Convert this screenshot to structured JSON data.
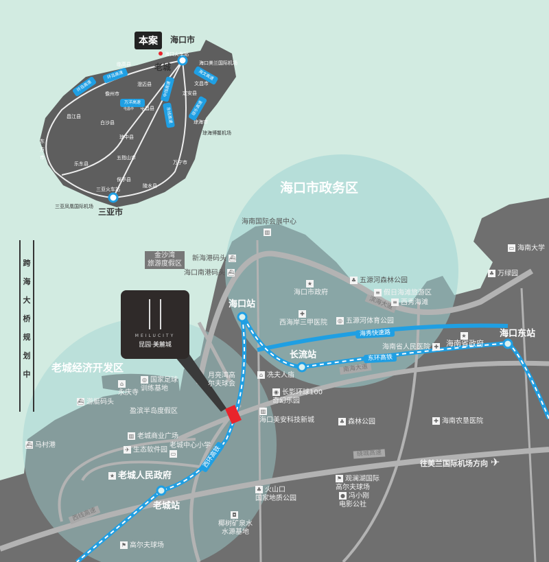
{
  "colors": {
    "sea": "#d2ebe1",
    "land": "#6f6f6f",
    "zone_overlay": "#9fd3d3",
    "rail": "#1f9fe3",
    "road": "#b3b3b3",
    "project": "#e8242c"
  },
  "inset": {
    "project_badge": "本案",
    "cities": [
      "海口市",
      "老城",
      "临高县",
      "澄迈县",
      "儋州市",
      "屯昌县",
      "定安县",
      "文昌市",
      "琼海市",
      "白沙县",
      "昌江县",
      "东方市",
      "琼中县",
      "五指山市",
      "乐东县",
      "保亭县",
      "万宁市",
      "陵水县",
      "三亚市"
    ],
    "airports": [
      "海口美兰国际机场",
      "琼海博鳌机场",
      "三亚凤凰国际机场"
    ],
    "stations": [
      "海口火车站",
      "三亚火车站"
    ],
    "highways": [
      "环岛高速",
      "环岛高速",
      "海文高速",
      "中线高速",
      "万洋高速",
      "东线高速",
      "琼乐高速"
    ],
    "small_note": "屯昌中"
  },
  "bridge": {
    "label": "跨海大桥规划中"
  },
  "zones": {
    "haikou": "海口市政务区",
    "laocheng": "老城经济开发区"
  },
  "logo": {
    "en": "MEILUCITY",
    "cn": "昆园·美麓城"
  },
  "resort": "金沙湾\n旅游度假区",
  "stations": {
    "haikou": "海口站",
    "changliu": "长流站",
    "haikou_east": "海口东站",
    "laocheng": "老城站"
  },
  "roads": {
    "haixiu": "海秀快速路",
    "donghuan": "东环高铁",
    "binhai": "滨海大道",
    "nanhai": "南海大道",
    "xihuan": "西环高铁",
    "raocheng": "绕城高速",
    "xixian": "西线高速"
  },
  "pois": {
    "convention": "海南国际会展中心",
    "xinhai": "新海港码头",
    "nangang": "海口南港码头",
    "wuyuan_forest": "五源河森林公园",
    "holiday_beach": "假日海滩旅游区",
    "xixiu_beach": "西秀海滩",
    "city_gov": "海口市政府",
    "xihaian_hospital": "西海岸三甲医院",
    "wuyuan_sports": "五源河体育公园",
    "province_hospital": "海南省人民医院",
    "province_gov": "海南省政府",
    "hainan_univ": "海南大学",
    "wanlv": "万绿园",
    "yueliangwan": "月亮湾高\n尔夫球会",
    "xianfu": "冼夫人庙",
    "changying": "长影环球100\n奇幻乐园",
    "meian": "海口美安科技新城",
    "forest_park": "森林公园",
    "nongken": "海南农垦医院",
    "football": "国家足球\n训练基地",
    "yongqing": "永庆寺",
    "youting": "游艇码头",
    "yingbin": "盈滨半岛度假区",
    "macun": "马村港",
    "laocheng_plaza": "老城商业广场",
    "software_park": "生态软件园",
    "laocheng_school": "老城中心小学",
    "laocheng_gov": "老城人民政府",
    "volcano": "火山口\n国家地质公园",
    "guanlanhu": "观澜湖国际\n高尔夫球场",
    "fengxiaogang": "冯小刚\n电影公社",
    "coconut_water": "椰树矿泉水\n水源基地",
    "golf": "高尔夫球场",
    "airport_direction": "往美兰国际机场方向"
  },
  "icons": {
    "gov": "star-icon",
    "hospital": "cross-icon",
    "ferry": "ship-icon",
    "park": "tree-icon",
    "building": "building-icon",
    "golf": "golf-flag-icon",
    "airport": "airplane-icon"
  }
}
